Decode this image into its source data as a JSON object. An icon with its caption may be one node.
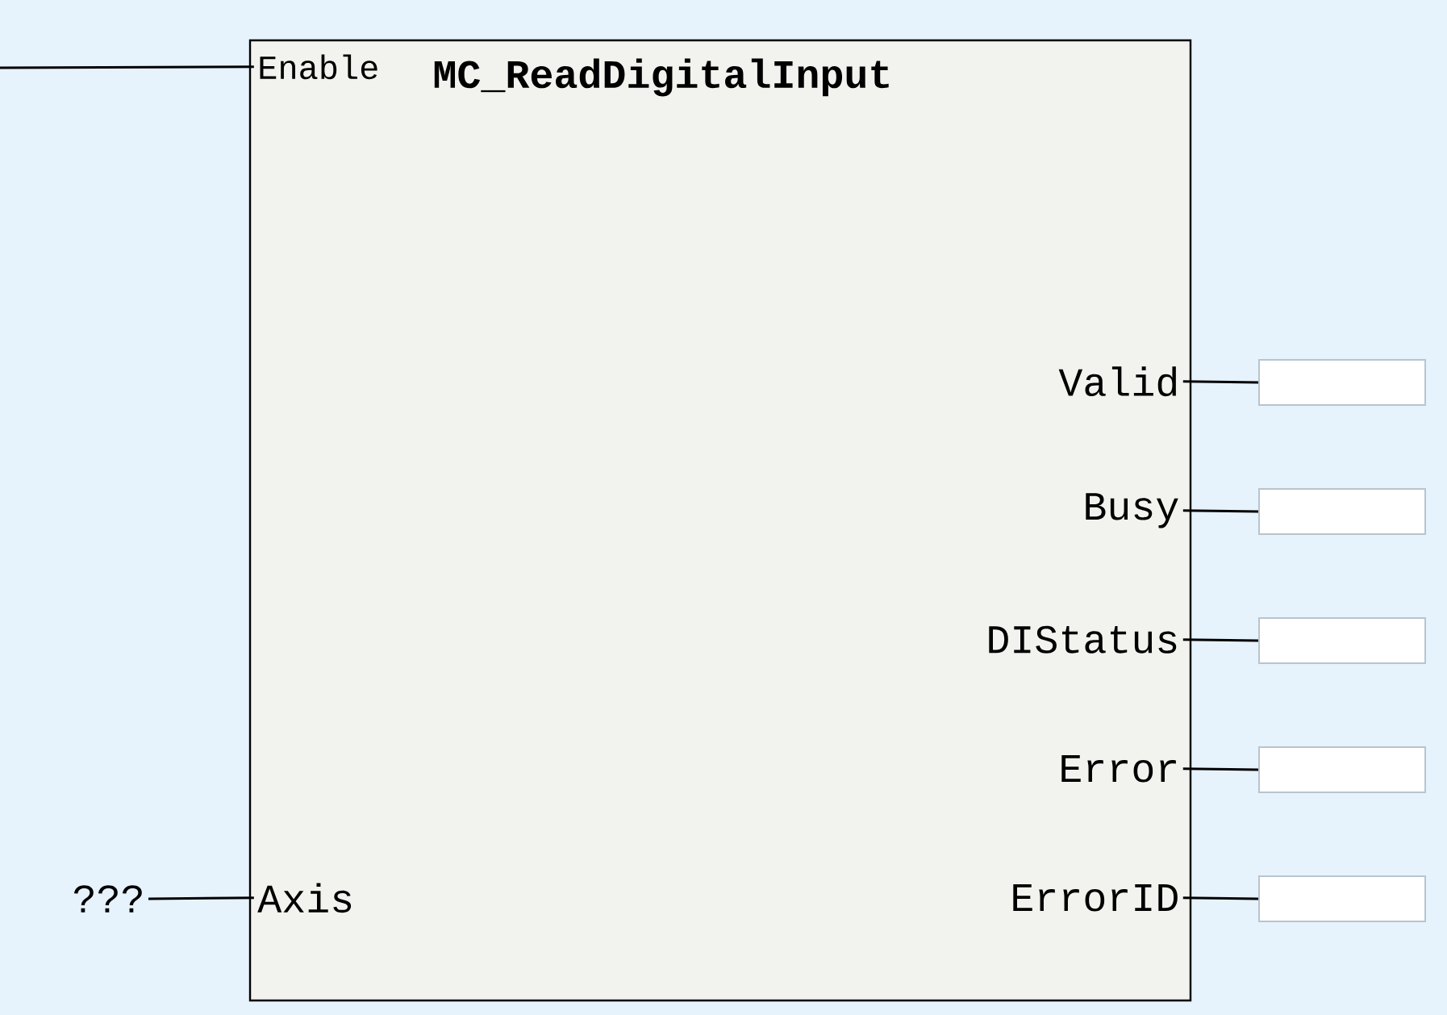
{
  "diagram": {
    "nodes": [
      {
        "text": [
          "MC_ReadDigitalInput"
        ]
      },
      {
        "text": [
          "Enable"
        ],
        "in": 0
      },
      {
        "text": [
          "Valid"
        ],
        "in": 0
      },
      {
        "text": [
          "Busy"
        ],
        "in": 0
      },
      {
        "text": [
          "DIStatus"
        ],
        "in": 0
      },
      {
        "text": [
          "Error"
        ],
        "in": 0
      },
      {
        "text": [
          "ErrorID"
        ],
        "in": 0
      },
      {
        "text": [
          "Axis"
        ],
        "in": 0
      },
      {
        "text": [
          "???"
        ]
      },
      {
        "text": [],
        "shape": "box"
      },
      {
        "text": [],
        "shape": "box"
      },
      {
        "text": [],
        "shape": "box"
      },
      {
        "text": [],
        "shape": "box"
      },
      {
        "text": [],
        "shape": "box"
      }
    ],
    "edges": [
      {
        "from": null,
        "to": 1,
        "arrow": "none"
      },
      {
        "from": 8,
        "to": 7,
        "arrow": "none"
      },
      {
        "from": 2,
        "to": 9,
        "arrow": "none"
      },
      {
        "from": 3,
        "to": 10,
        "arrow": "none"
      },
      {
        "from": 4,
        "to": 11,
        "arrow": "none"
      },
      {
        "from": 5,
        "to": 12,
        "arrow": "none"
      },
      {
        "from": 6,
        "to": 13,
        "arrow": "none"
      }
    ]
  }
}
